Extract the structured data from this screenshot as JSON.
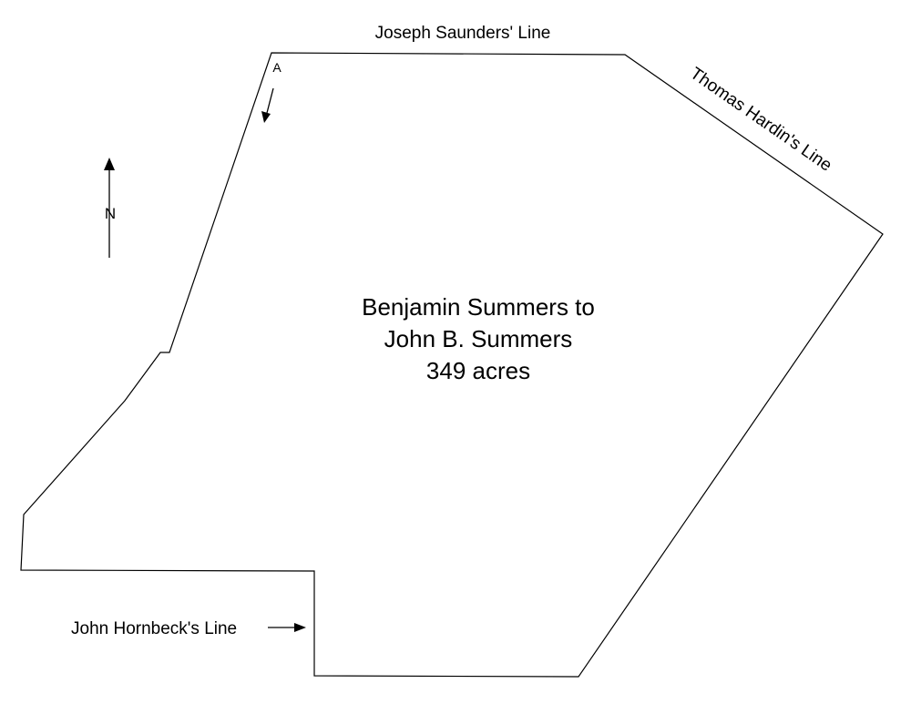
{
  "north_label": "N",
  "corner_label": "A",
  "boundary_labels": {
    "top": "Joseph Saunders' Line",
    "top_right": "Thomas Hardin's Line",
    "bottom_left": "John Hornbeck's Line"
  },
  "parcel": {
    "grantor_line": "Benjamin Summers to",
    "grantee_line": "John B. Summers",
    "area_line": "349 acres"
  }
}
